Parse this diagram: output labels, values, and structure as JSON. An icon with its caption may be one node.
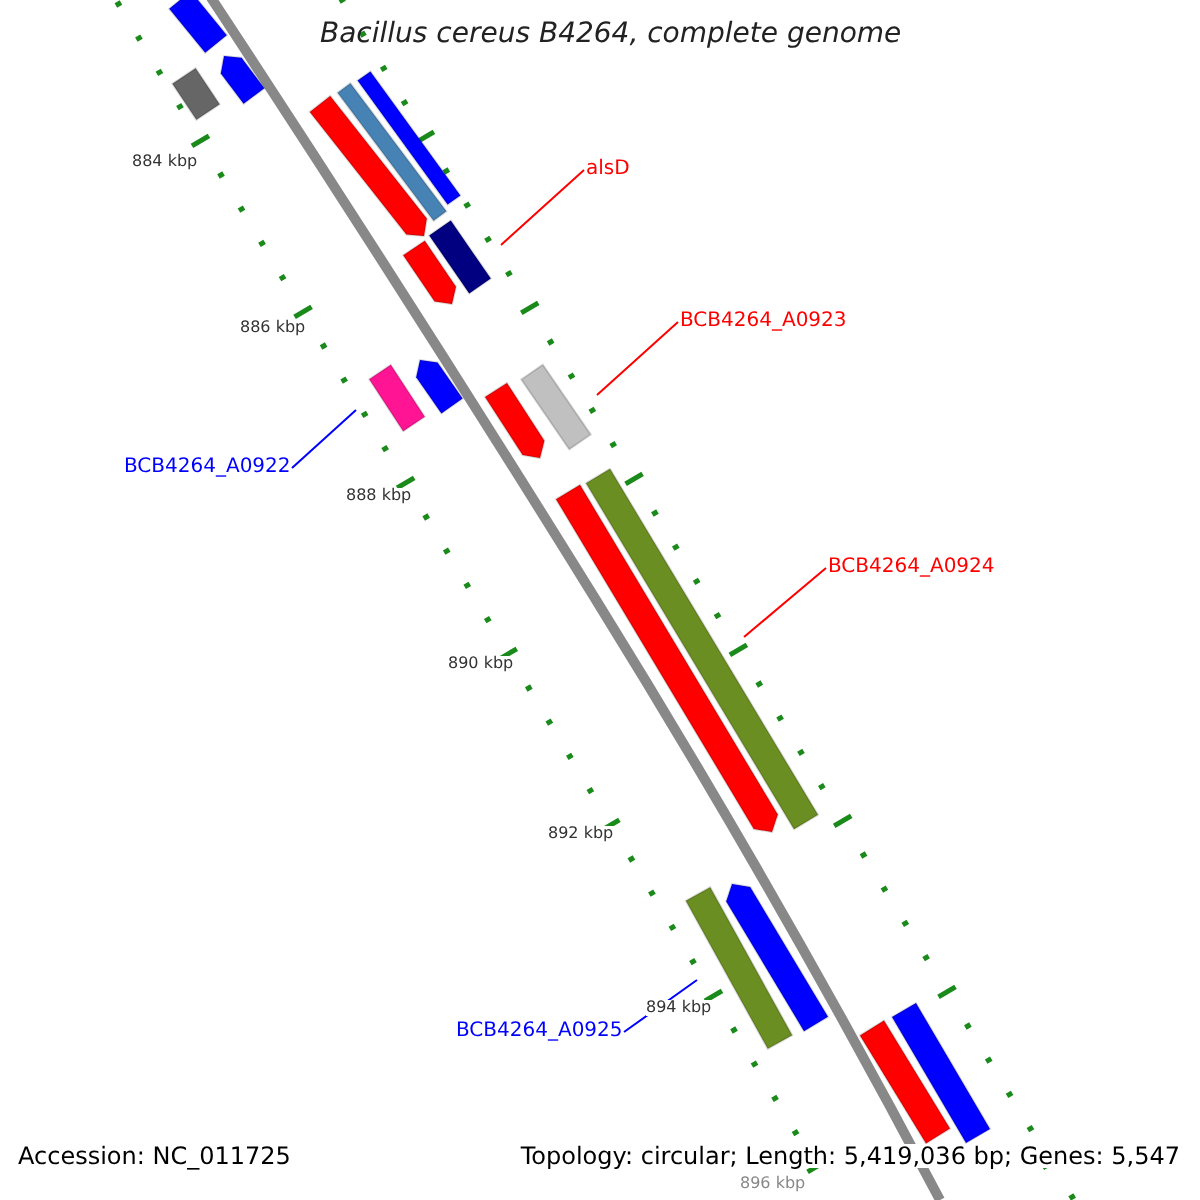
{
  "diagram": {
    "title": "Bacillus cereus B4264, complete genome",
    "nodes": [
      {
        "text": [],
        "shape": "bar"
      },
      {
        "text": [],
        "shape": "bar"
      },
      {
        "text": [],
        "shape": "bar"
      },
      {
        "text": [],
        "shape": "bar"
      },
      {
        "text": [],
        "shape": "bar"
      },
      {
        "text": [],
        "shape": "bar"
      },
      {
        "text": [
          "alsD"
        ]
      },
      {
        "text": [],
        "shape": "bar"
      },
      {
        "text": [],
        "shape": "bar"
      },
      {
        "text": [
          "BCB4264_A0923"
        ]
      },
      {
        "text": [],
        "shape": "bar"
      },
      {
        "text": [],
        "shape": "bar"
      },
      {
        "text": [],
        "shape": "bar"
      },
      {
        "text": [],
        "shape": "bar"
      },
      {
        "text": [
          "BCB4264_A0922"
        ]
      },
      {
        "text": [
          "BCB4264_A0924"
        ]
      },
      {
        "text": [],
        "shape": "bar"
      },
      {
        "text": [],
        "shape": "bar"
      },
      {
        "text": [],
        "shape": "bar"
      },
      {
        "text": [],
        "shape": "bar"
      },
      {
        "text": [
          "BCB4264_A0925"
        ]
      },
      {
        "text": [],
        "shape": "bar"
      },
      {
        "text": [],
        "shape": "bar"
      }
    ],
    "edges": [
      {
        "from": 6,
        "to": 7,
        "arrow": "none"
      },
      {
        "from": 9,
        "to": 12,
        "arrow": "none"
      },
      {
        "from": 14,
        "to": 11,
        "arrow": "none",
        "color": "#0000ff"
      },
      {
        "from": 15,
        "to": 16,
        "arrow": "none"
      },
      {
        "from": 20,
        "to": 19,
        "arrow": "none",
        "color": "#0000ff"
      }
    ],
    "labels": [
      "884 kbp",
      "886 kbp",
      "888 kbp",
      "890 kbp",
      "892 kbp",
      "894 kbp",
      "896 kbp",
      "Accession: NC_011725",
      "Topology: circular; Length: 5,419,036 bp; Genes: 5,547"
    ]
  }
}
